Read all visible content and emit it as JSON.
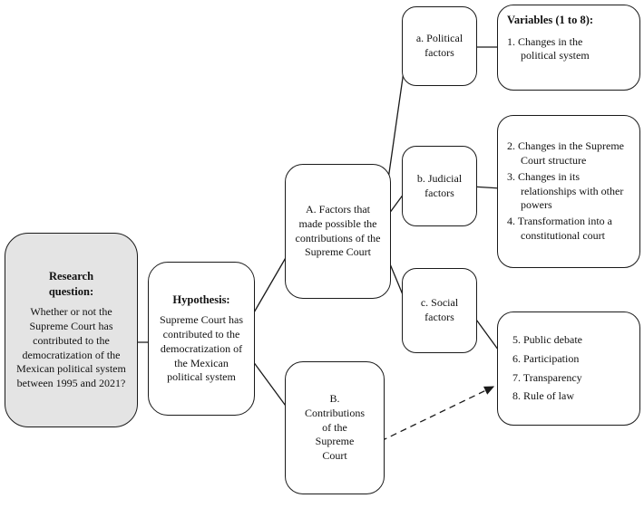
{
  "diagram": {
    "colors": {
      "highlight_fill": "#e4e4e4",
      "box_fill": "#ffffff",
      "stroke": "#1a1a1a"
    },
    "nodes": {
      "research_question": {
        "title": "Research question:",
        "body": "Whether or not the Supreme Court has contributed to the democratization of the Mexican political system between 1995 and 2021?"
      },
      "hypothesis": {
        "title": "Hypothesis:",
        "body": "Supreme Court has contributed to the democratization of the Mexican political system"
      },
      "factors": {
        "label": "A. Factors that made possible the contributions of the Supreme Court"
      },
      "contributions": {
        "label": "B. Contributions of the Supreme Court"
      },
      "political_factors": {
        "label": "a. Political factors"
      },
      "judicial_factors": {
        "label": "b. Judicial factors"
      },
      "social_factors": {
        "label": "c. Social factors"
      },
      "political_variables": {
        "title": "Variables (1 to 8):",
        "items": [
          "1. Changes in the political system"
        ]
      },
      "judicial_variables": {
        "items": [
          "2. Changes in the Supreme Court structure",
          "3. Changes in its relationships with other powers",
          "4. Transformation into a constitutional court"
        ]
      },
      "social_variables": {
        "items": [
          "5.  Public debate",
          "6.  Participation",
          "7.  Transparency",
          "8.  Rule of law"
        ]
      }
    },
    "edges": [
      {
        "from": "research_question",
        "to": "hypothesis",
        "style": "solid"
      },
      {
        "from": "hypothesis",
        "to": "factors",
        "style": "solid"
      },
      {
        "from": "hypothesis",
        "to": "contributions",
        "style": "solid"
      },
      {
        "from": "factors",
        "to": "political_factors",
        "style": "solid"
      },
      {
        "from": "factors",
        "to": "judicial_factors",
        "style": "solid"
      },
      {
        "from": "factors",
        "to": "social_factors",
        "style": "solid"
      },
      {
        "from": "political_factors",
        "to": "political_variables",
        "style": "solid"
      },
      {
        "from": "judicial_factors",
        "to": "judicial_variables",
        "style": "solid"
      },
      {
        "from": "social_factors",
        "to": "social_variables",
        "style": "solid"
      },
      {
        "from": "contributions",
        "to": "social_variables",
        "style": "dashed-arrow"
      }
    ]
  }
}
